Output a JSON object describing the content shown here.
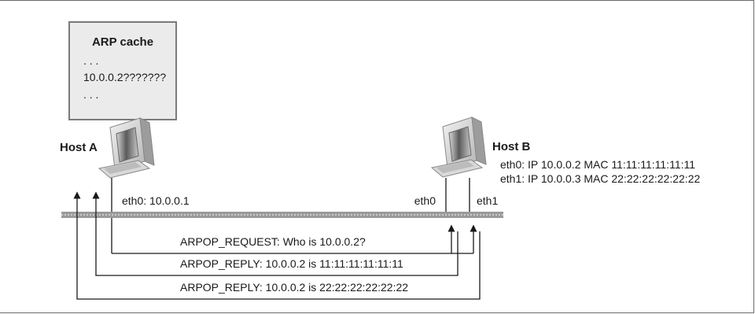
{
  "arp_cache": {
    "title": "ARP cache",
    "lines": [
      ". . .",
      "10.0.0.2???????",
      ". . ."
    ]
  },
  "host_a": {
    "label": "Host A",
    "interface_label": "eth0: 10.0.0.1"
  },
  "host_b": {
    "label": "Host B",
    "interfaces": [
      "eth0: IP 10.0.0.2 MAC 11:11:11:11:11:11",
      "eth1: IP 10.0.0.3 MAC 22:22:22:22:22:22"
    ],
    "eth0_label": "eth0",
    "eth1_label": "eth1"
  },
  "messages": [
    "ARPOP_REQUEST: Who is 10.0.0.2?",
    "ARPOP_REPLY: 10.0.0.2 is 11:11:11:11:11:11",
    "ARPOP_REPLY: 10.0.0.2 is 22:22:22:22:22:22"
  ],
  "colors": {
    "frame": "#6b6b6b",
    "cache_box_fill": "#ebebeb",
    "cache_box_stroke": "#7a7a7a",
    "lan_bar": "#9a9a9a",
    "lines": "#1a1a1a"
  }
}
